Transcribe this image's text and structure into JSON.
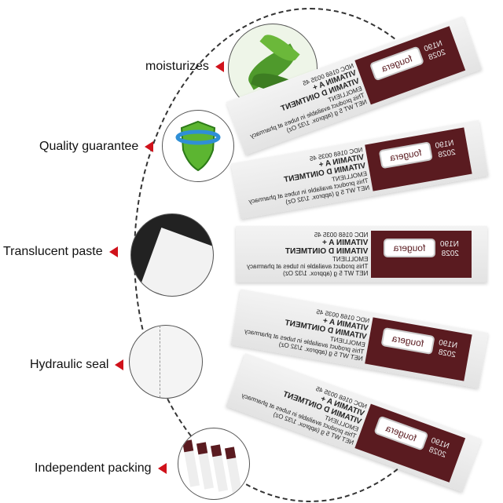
{
  "features": [
    {
      "label": "moisturizes",
      "icon": "plant-leaf-icon"
    },
    {
      "label": "Quality guarantee",
      "icon": "shield-icon"
    },
    {
      "label": "Translucent paste",
      "icon": "paste-packet-icon"
    },
    {
      "label": "Hydraulic seal",
      "icon": "sealed-packet-icon"
    },
    {
      "label": "Independent packing",
      "icon": "packets-icon"
    }
  ],
  "packet": {
    "brand": "fougera",
    "lot": "N190",
    "year": "2028",
    "ndc": "NDC 0168 0035 45",
    "name_line1": "VITAMIN A +",
    "name_line2": "VITAMIN D OINTMENT",
    "type": "EMOLLIENT",
    "note": "This product available in tubes at pharmacy",
    "net": "NET WT 5 g (approx. 1/32 Oz)"
  },
  "colors": {
    "accent": "#d0121b",
    "packet": "#5a1b20"
  }
}
